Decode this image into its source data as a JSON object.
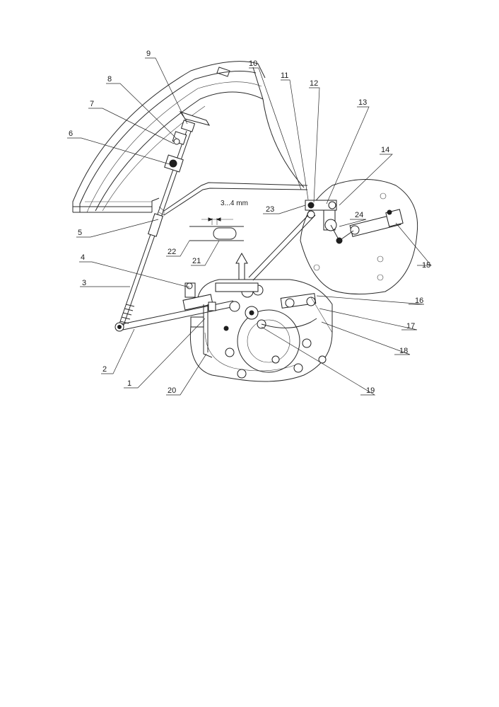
{
  "drawing": {
    "dimension_label": "3...4 mm",
    "callouts": [
      {
        "id": "c1",
        "label": "1"
      },
      {
        "id": "c2",
        "label": "2"
      },
      {
        "id": "c3",
        "label": "3"
      },
      {
        "id": "c4",
        "label": "4"
      },
      {
        "id": "c5",
        "label": "5"
      },
      {
        "id": "c6",
        "label": "6"
      },
      {
        "id": "c7",
        "label": "7"
      },
      {
        "id": "c8",
        "label": "8"
      },
      {
        "id": "c9",
        "label": "9"
      },
      {
        "id": "c10",
        "label": "10"
      },
      {
        "id": "c11",
        "label": "11"
      },
      {
        "id": "c12",
        "label": "12"
      },
      {
        "id": "c13",
        "label": "13"
      },
      {
        "id": "c14",
        "label": "14"
      },
      {
        "id": "c15",
        "label": "15"
      },
      {
        "id": "c16",
        "label": "16"
      },
      {
        "id": "c17",
        "label": "17"
      },
      {
        "id": "c18",
        "label": "18"
      },
      {
        "id": "c19",
        "label": "19"
      },
      {
        "id": "c20",
        "label": "20"
      },
      {
        "id": "c21",
        "label": "21"
      },
      {
        "id": "c22",
        "label": "22"
      },
      {
        "id": "c23",
        "label": "23"
      },
      {
        "id": "c24",
        "label": "24"
      }
    ]
  }
}
